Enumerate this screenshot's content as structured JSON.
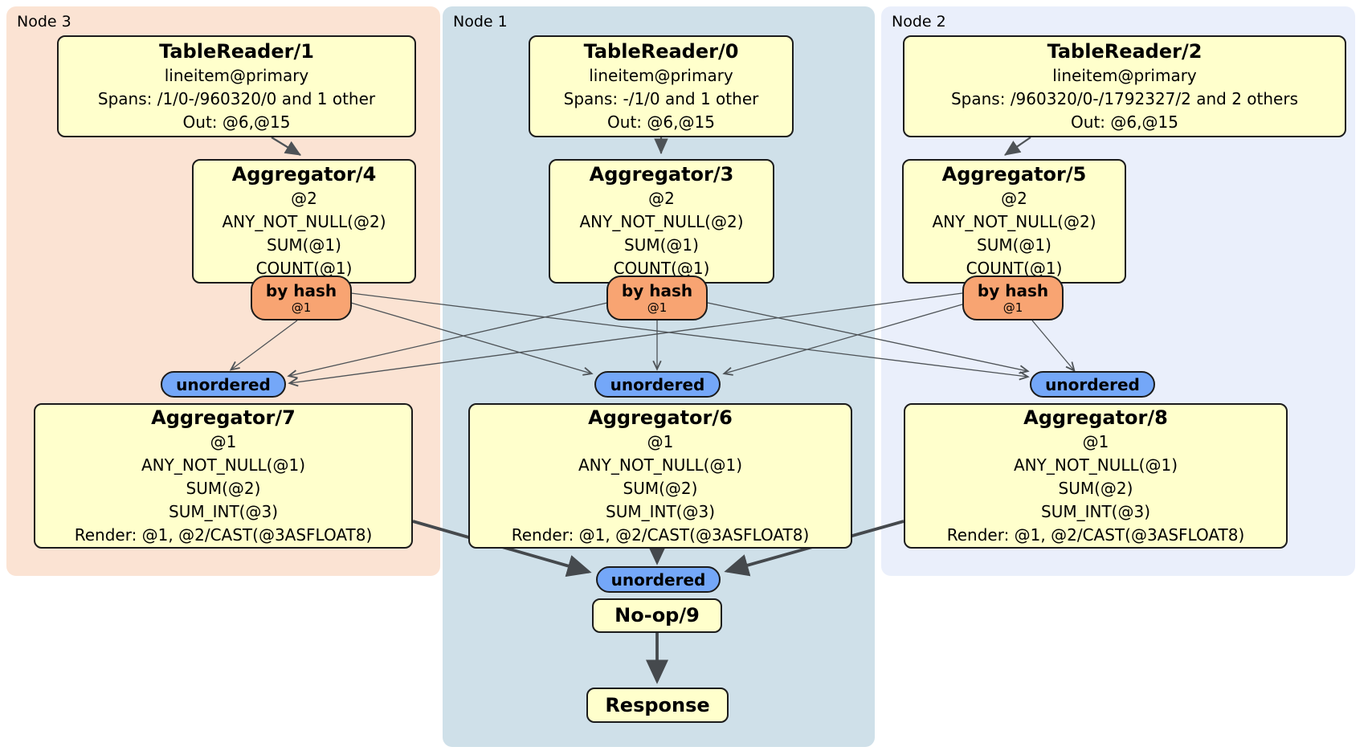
{
  "regions": {
    "node3": {
      "label": "Node 3",
      "bg": "#fbe3d3"
    },
    "node1": {
      "label": "Node 1",
      "bg": "#cfe0e9"
    },
    "node2": {
      "label": "Node 2",
      "bg": "#eaeffb"
    }
  },
  "colors": {
    "processor_fill": "#ffffcc",
    "router_fill": "#f8a472",
    "sync_fill": "#74a7f8",
    "edge": "#4e5357",
    "border": "#1b1b1b"
  },
  "processors": {
    "tablereader1": {
      "title": "TableReader/1",
      "table": "lineitem@primary",
      "spans": "Spans: /1/0-/960320/0 and 1 other",
      "out": "Out: @6,@15"
    },
    "tablereader0": {
      "title": "TableReader/0",
      "table": "lineitem@primary",
      "spans": "Spans: -/1/0 and 1 other",
      "out": "Out: @6,@15"
    },
    "tablereader2": {
      "title": "TableReader/2",
      "table": "lineitem@primary",
      "spans": "Spans: /960320/0-/1792327/2 and 2 others",
      "out": "Out: @6,@15"
    },
    "aggregator4": {
      "title": "Aggregator/4",
      "group": "@2",
      "fn1": "ANY_NOT_NULL(@2)",
      "fn2": "SUM(@1)",
      "fn3": "COUNT(@1)"
    },
    "aggregator3": {
      "title": "Aggregator/3",
      "group": "@2",
      "fn1": "ANY_NOT_NULL(@2)",
      "fn2": "SUM(@1)",
      "fn3": "COUNT(@1)"
    },
    "aggregator5": {
      "title": "Aggregator/5",
      "group": "@2",
      "fn1": "ANY_NOT_NULL(@2)",
      "fn2": "SUM(@1)",
      "fn3": "COUNT(@1)"
    },
    "aggregator7": {
      "title": "Aggregator/7",
      "group": "@1",
      "fn1": "ANY_NOT_NULL(@1)",
      "fn2": "SUM(@2)",
      "fn3": "SUM_INT(@3)",
      "render": "Render: @1, @2/CAST(@3ASFLOAT8)"
    },
    "aggregator6": {
      "title": "Aggregator/6",
      "group": "@1",
      "fn1": "ANY_NOT_NULL(@1)",
      "fn2": "SUM(@2)",
      "fn3": "SUM_INT(@3)",
      "render": "Render: @1, @2/CAST(@3ASFLOAT8)"
    },
    "aggregator8": {
      "title": "Aggregator/8",
      "group": "@1",
      "fn1": "ANY_NOT_NULL(@1)",
      "fn2": "SUM(@2)",
      "fn3": "SUM_INT(@3)",
      "render": "Render: @1, @2/CAST(@3ASFLOAT8)"
    },
    "noop9": {
      "title": "No-op/9"
    },
    "response": {
      "title": "Response"
    }
  },
  "routers": {
    "hash3": {
      "label": "by hash",
      "detail": "@1"
    },
    "hash1": {
      "label": "by hash",
      "detail": "@1"
    },
    "hash2": {
      "label": "by hash",
      "detail": "@1"
    }
  },
  "syncs": {
    "unordered3": {
      "label": "unordered"
    },
    "unordered1": {
      "label": "unordered"
    },
    "unordered2": {
      "label": "unordered"
    },
    "unordered_final": {
      "label": "unordered"
    }
  }
}
